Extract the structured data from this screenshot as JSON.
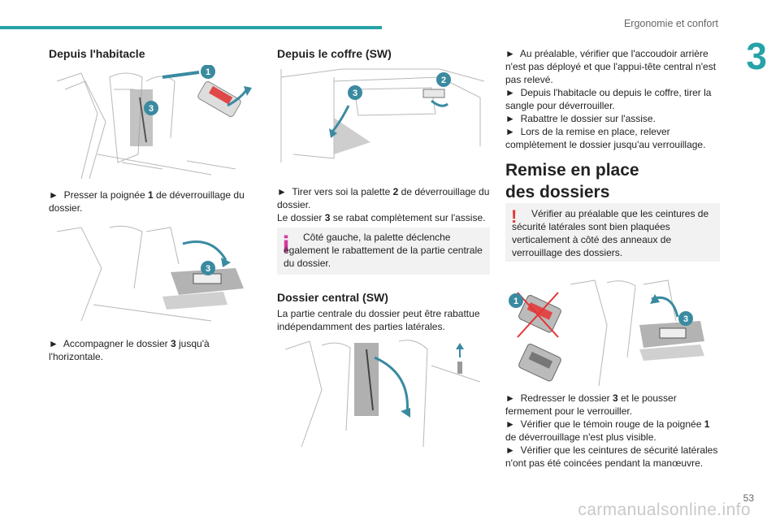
{
  "header": {
    "chapter_title": "Ergonomie et confort",
    "chapter_number": "3"
  },
  "footer": {
    "page_number": "53",
    "watermark": "carmanualsonline.info"
  },
  "col1": {
    "heading": "Depuis l'habitacle",
    "step1_arrow": "►",
    "step1_pre": "Presser la poignée",
    "step1_num": "1",
    "step1_post": "de déverrouillage du dossier.",
    "step2_arrow": "►",
    "step2_pre": "Accompagner le dossier",
    "step2_num": "3",
    "step2_post": "jusqu'à l'horizontale.",
    "fig1_callouts": [
      "1",
      "3"
    ],
    "fig2_callouts": [
      "3"
    ]
  },
  "col2": {
    "heading": "Depuis le coffre (SW)",
    "step_arrow": "►",
    "step_pre": "Tirer vers soi la palette",
    "step_num": "2",
    "step_post": "de déverrouillage du dossier.",
    "line2_pre": "Le dossier",
    "line2_num": "3",
    "line2_post": "se rabat complètement sur l'assise.",
    "info_icon": "info-icon",
    "info_text": "Côté gauche, la palette déclenche également le rabattement de la partie centrale du dossier.",
    "heading2": "Dossier central (SW)",
    "para2": "La partie centrale du dossier peut être rabattue indépendamment des parties latérales.",
    "fig_callouts": [
      "3",
      "2"
    ]
  },
  "col3": {
    "bullets": [
      "Au préalable, vérifier que l'accoudoir arrière n'est pas déployé et que l'appui-tête central n'est pas relevé.",
      "Depuis l'habitacle ou depuis le coffre, tirer la sangle pour déverrouiller.",
      "Rabattre le dossier sur l'assise.",
      "Lors de la remise en place, relever complètement le dossier jusqu'au verrouillage."
    ],
    "bullet_arrow": "►",
    "heading": "Remise en place des dossiers",
    "warn_icon": "warning-icon",
    "warn_text": "Vérifier au préalable que les ceintures de sécurité latérales sont bien plaquées verticalement à côté des anneaux de verrouillage des dossiers.",
    "step1_arrow": "►",
    "step1_pre": "Redresser le dossier",
    "step1_num": "3",
    "step1_post": "et le pousser fermement pour le verrouiller.",
    "step2_arrow": "►",
    "step2_pre": "Vérifier que le témoin rouge de la poignée",
    "step2_num": "1",
    "step2_post": "de déverrouillage n'est plus visible.",
    "step3_arrow": "►",
    "step3_text": "Vérifier que les ceintures de sécurité latérales n'ont pas été coincées pendant la manœuvre.",
    "fig_callouts": [
      "1",
      "3"
    ]
  },
  "colors": {
    "accent": "#27a3a8",
    "callout": "#3a8aa0",
    "warn": "#e33536",
    "info": "#d43aa0"
  }
}
